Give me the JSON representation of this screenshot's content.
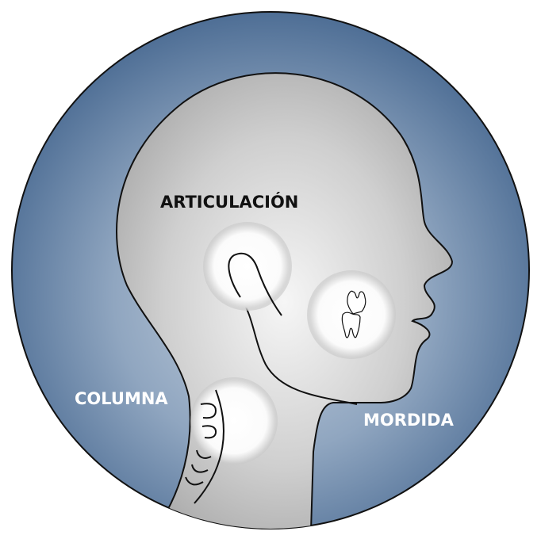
{
  "diagram": {
    "labels": {
      "articulacion": "ARTICULACIÓN",
      "columna": "COLUMNA",
      "mordida": "MORDIDA"
    },
    "regions": [
      {
        "name": "articulacion",
        "icon": "jaw-joint-icon"
      },
      {
        "name": "mordida",
        "icon": "teeth-icon"
      },
      {
        "name": "columna",
        "icon": "spine-icon"
      }
    ],
    "colors": {
      "circle_outer": "#4f6f96",
      "circle_inner": "#9db0c8",
      "head_light": "#f4f4f4",
      "head_dark": "#a9a9a9",
      "outline": "#111111",
      "label_dark": "#111111",
      "label_light": "#ffffff"
    }
  }
}
